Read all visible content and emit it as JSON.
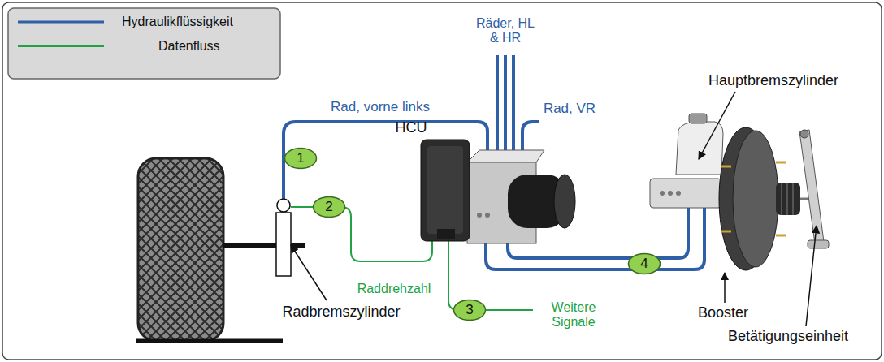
{
  "diagram": {
    "nodes": [
      {
        "text": [
          "1"
        ]
      },
      {
        "text": [
          "2"
        ]
      },
      {
        "text": [
          "3"
        ]
      },
      {
        "text": [
          "4"
        ]
      }
    ],
    "labels": [
      "Räder, HL & HR",
      "Rad, vorne links",
      "Rad, VR",
      "Hauptbremszylinder",
      "HCU",
      "Raddrehzahl",
      "Weitere Signale",
      "Radbremszylinder",
      "Booster",
      "Betätigungseinheit"
    ],
    "legend": [
      {
        "text": "Hydraulikflüssigkeit"
      },
      {
        "text": "Datenfluss"
      }
    ]
  }
}
